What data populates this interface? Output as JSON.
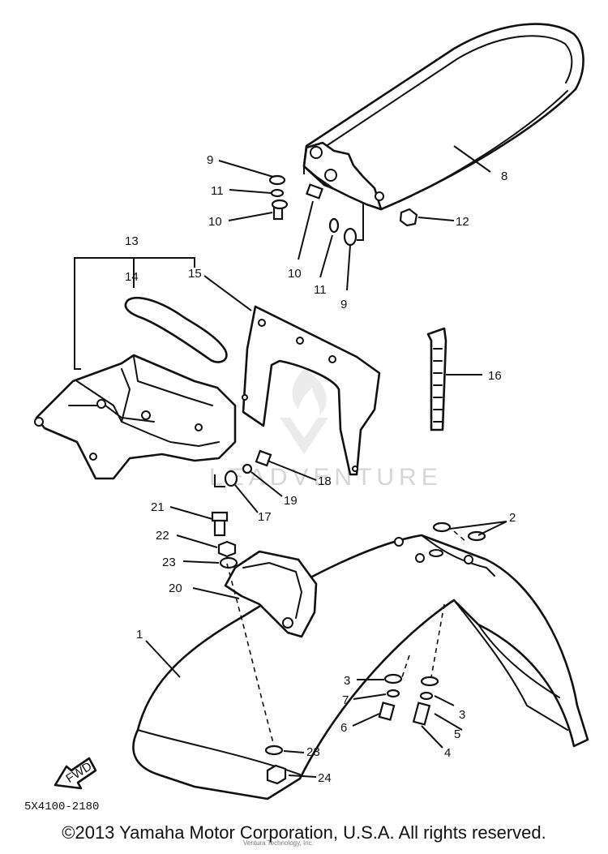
{
  "diagram": {
    "callouts": {
      "c1": "1",
      "c2": "2",
      "c3a": "3",
      "c3b": "3",
      "c4": "4",
      "c5": "5",
      "c6": "6",
      "c7": "7",
      "c8": "8",
      "c9a": "9",
      "c9b": "9",
      "c10a": "10",
      "c10b": "10",
      "c11a": "11",
      "c11b": "11",
      "c12": "12",
      "c13": "13",
      "c14": "14",
      "c15": "15",
      "c16": "16",
      "c17": "17",
      "c18": "18",
      "c19": "19",
      "c20": "20",
      "c21": "21",
      "c22": "22",
      "c23a": "23",
      "c23b": "23",
      "c24": "24"
    },
    "part_code": "5X4100-2180",
    "fwd_label": "FWD",
    "watermark": "LEADVENTURE",
    "small_print": "Ventura Technology, Inc."
  },
  "footer": {
    "copyright": "©2013 Yamaha Motor Corporation, U.S.A. All rights reserved."
  }
}
